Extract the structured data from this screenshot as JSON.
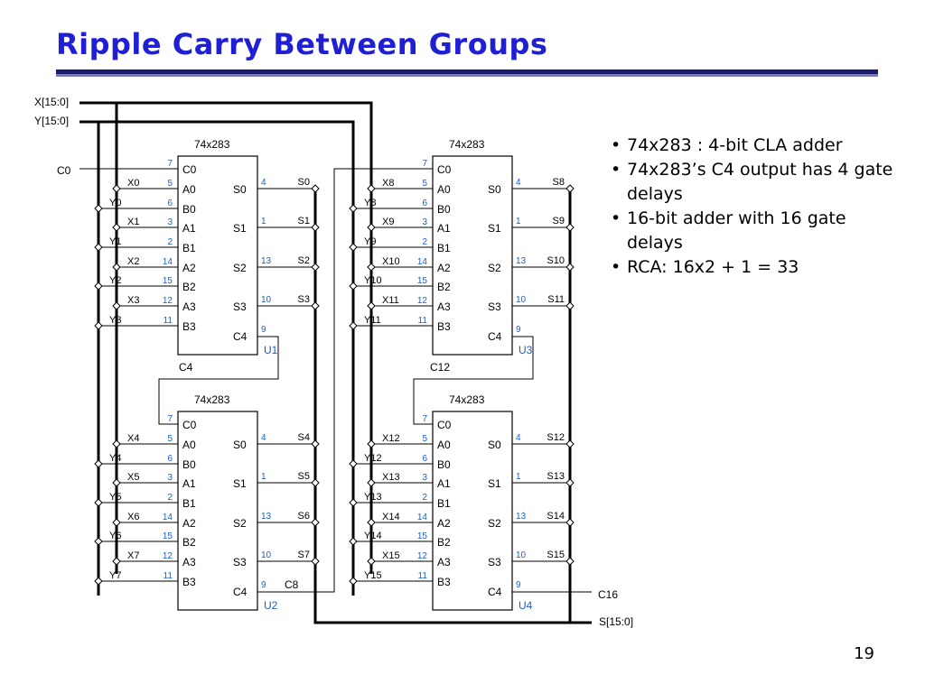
{
  "title": "Ripple Carry Between Groups",
  "page_number": "19",
  "bullets": [
    "74x283 : 4-bit CLA adder",
    "74x283’s C4 output has 4 gate delays",
    "16-bit adder with 16 gate delays",
    "RCA: 16x2 + 1 = 33"
  ],
  "diagram": {
    "bus_labels": {
      "x": "X[15:0]",
      "y": "Y[15:0]",
      "s": "S[15:0]"
    },
    "carry_in": "C0",
    "carry_out": "C16",
    "chip": {
      "part": "74x283",
      "input_pins": [
        "C0",
        "A0",
        "B0",
        "A1",
        "B1",
        "A2",
        "B2",
        "A3",
        "B3"
      ],
      "input_pin_numbers": [
        "7",
        "5",
        "6",
        "3",
        "2",
        "14",
        "15",
        "12",
        "11"
      ],
      "output_pins": [
        "S0",
        "S1",
        "S2",
        "S3",
        "C4"
      ],
      "output_pin_numbers": [
        "4",
        "1",
        "13",
        "10",
        "9"
      ]
    },
    "units": [
      {
        "name": "U1",
        "inputs": [
          "",
          "X0",
          "Y0",
          "X1",
          "Y1",
          "X2",
          "Y2",
          "X3",
          "Y3"
        ],
        "outputs": [
          "S0",
          "S1",
          "S2",
          "S3"
        ],
        "carry_label": "C4"
      },
      {
        "name": "U2",
        "inputs": [
          "",
          "X4",
          "Y4",
          "X5",
          "Y5",
          "X6",
          "Y6",
          "X7",
          "Y7"
        ],
        "outputs": [
          "S4",
          "S5",
          "S6",
          "S7"
        ],
        "carry_label": "C8"
      },
      {
        "name": "U3",
        "inputs": [
          "",
          "X8",
          "Y8",
          "X9",
          "Y9",
          "X10",
          "Y10",
          "X11",
          "Y11"
        ],
        "outputs": [
          "S8",
          "S9",
          "S10",
          "S11"
        ],
        "carry_label": "C12"
      },
      {
        "name": "U4",
        "inputs": [
          "",
          "X12",
          "Y12",
          "X13",
          "Y13",
          "X14",
          "Y14",
          "X15",
          "Y15"
        ],
        "outputs": [
          "S12",
          "S13",
          "S14",
          "S15"
        ],
        "carry_label": ""
      }
    ],
    "colors": {
      "pin_number": "#1a5fc8",
      "title": "#1f1fd6",
      "wire": "#000000"
    }
  }
}
